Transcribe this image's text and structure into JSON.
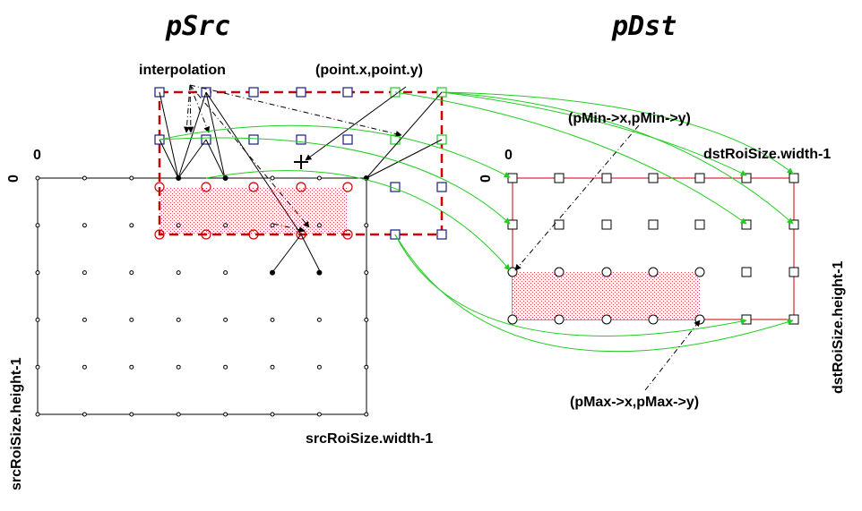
{
  "titles": {
    "src": "pSrc",
    "dst": "pDst"
  },
  "labels": {
    "interpolation": "interpolation",
    "point": "(point.x,point.y)",
    "pmin": "(pMin->x,pMin->y)",
    "pmax": "(pMax->x,pMax->y)",
    "src_width": "srcRoiSize.width-1",
    "src_height": "srcRoiSize.height-1",
    "dst_width": "dstRoiSize.width-1",
    "dst_height": "dstRoiSize.height-1",
    "src_zero_x": "0",
    "src_zero_y": "0",
    "dst_zero_x": "0",
    "dst_zero_y": "0"
  },
  "colors": {
    "red": "#cc0000",
    "blue": "#1a1a80",
    "green": "#22cc22",
    "black": "#000000",
    "shade": "#e06060"
  }
}
